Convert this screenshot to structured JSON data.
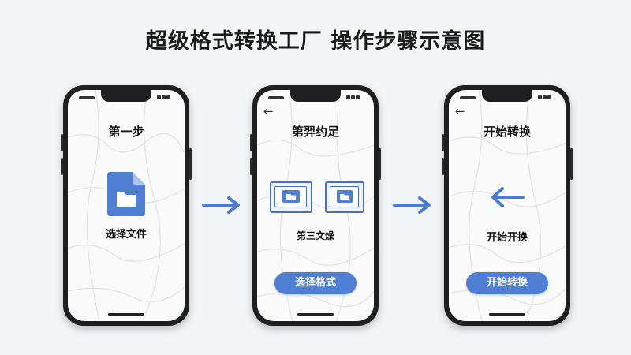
{
  "title": "超级格式转换工厂 操作步骤示意图",
  "colors": {
    "accent": "#4e7fd3",
    "arrow": "#4b7cd1",
    "phone": "#1f1f22",
    "background": "#f3f5f8"
  },
  "steps": [
    {
      "title": "第一步",
      "icon": "file-icon",
      "label": "选择文件"
    },
    {
      "back_icon": "←",
      "title": "第羿约足",
      "icon": "format-boxes-icon",
      "label": "第三文燥",
      "button": "选择格式"
    },
    {
      "back_icon": "←",
      "title": "开始转换",
      "icon": "left-arrow-icon",
      "label": "开始开换",
      "button": "开始转换"
    }
  ]
}
